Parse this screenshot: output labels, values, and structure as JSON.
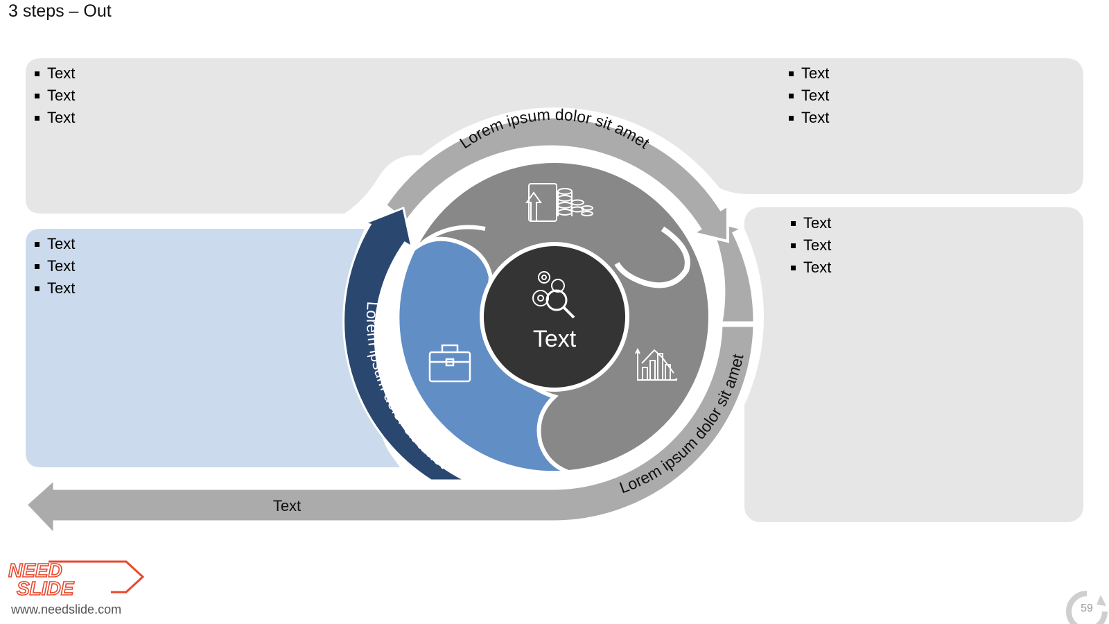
{
  "slide": {
    "title": "3 steps – Out",
    "page_number": "59",
    "website": "www.needslide.com",
    "logo": {
      "line1": "NEED",
      "line2": "SLIDE"
    }
  },
  "panels": {
    "top_left_bullets": [
      "Text",
      "Text",
      "Text"
    ],
    "top_right_bullets": [
      "Text",
      "Text",
      "Text"
    ],
    "right_bullets": [
      "Text",
      "Text",
      "Text"
    ],
    "left_bullets": [
      "Text",
      "Text",
      "Text"
    ]
  },
  "cycle": {
    "center_label": "Text",
    "top_arrow_text": "Lorem ipsum dolor sit amet",
    "right_arrow_text": "Lorem ipsum dolor sit amet",
    "left_arrow_text": "Lorem ipsum dolor sit amet",
    "out_arrow_label": "Text",
    "icons": [
      "finance-coins-icon",
      "analytics-chart-icon",
      "briefcase-icon",
      "gears-search-icon"
    ]
  },
  "colors": {
    "panel_gray": "#E6E6E6",
    "panel_blue": "#CBDAEC",
    "arrow_gray": "#ABABAB",
    "segment_gray": "#888888",
    "segment_blue": "#628EC6",
    "arrow_navy": "#2A4770",
    "center_dark": "#343434"
  }
}
